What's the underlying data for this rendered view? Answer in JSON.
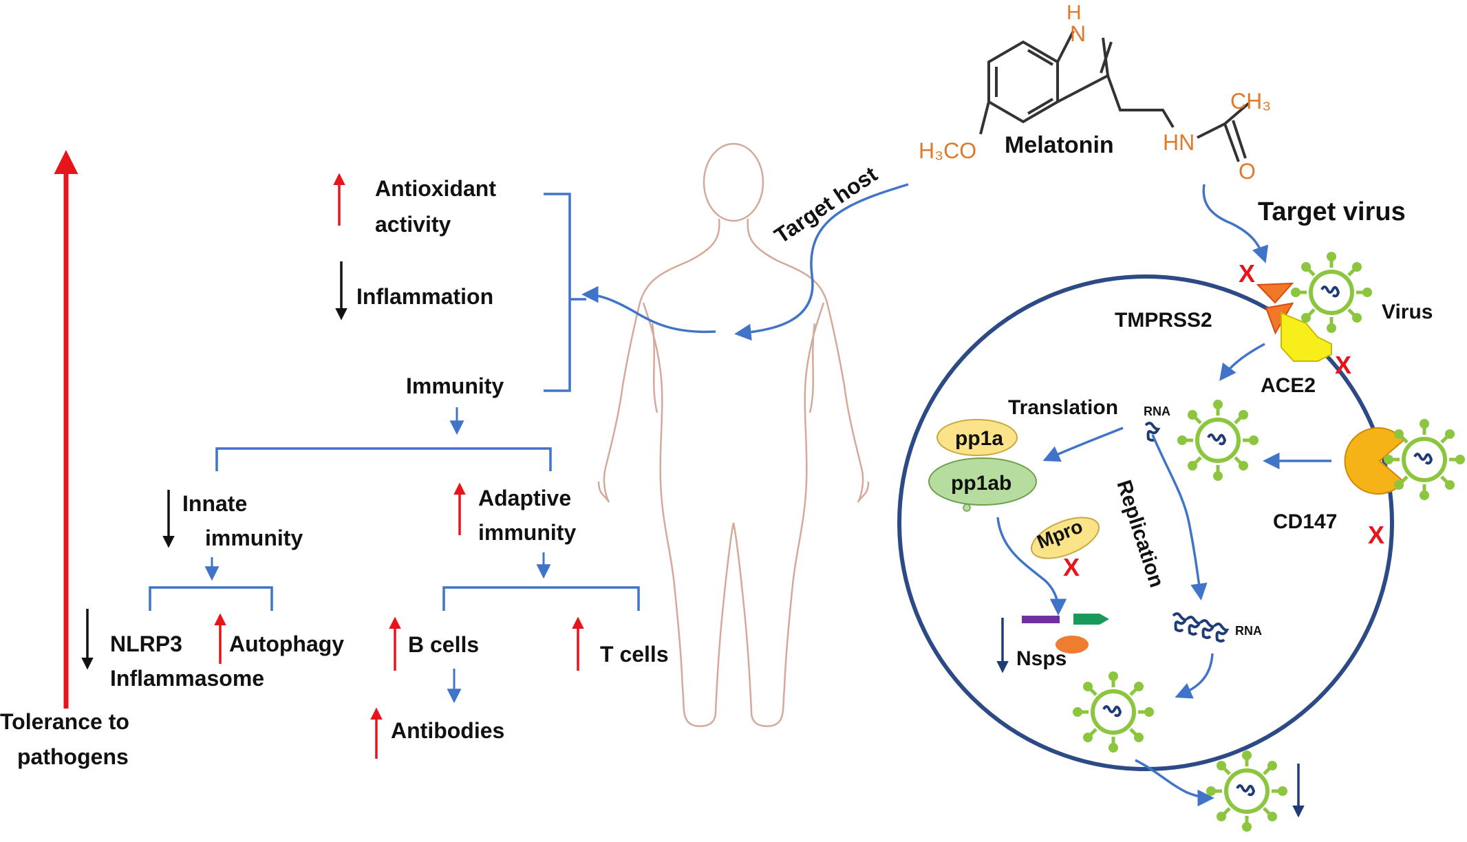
{
  "colors": {
    "blue": "#3f74c9",
    "red": "#e8141c",
    "black": "#111111",
    "navy": "#1f3c78",
    "virus_green": "#8cc63f",
    "chem_orange": "#e07a2a",
    "body_outline": "#d4a99a",
    "tmprss2": "#f07828",
    "ace2": "#f7ee1c",
    "cd147": "#f6b317",
    "cloud_yellow": "#fbe38a",
    "cloud_green": "#b7dca0"
  },
  "molecule": {
    "name": "Melatonin",
    "nh": "H",
    "n": "N",
    "methoxy": "H₃CO",
    "amide_nh": "HN",
    "carbonyl_o": "O",
    "methyl": "CH₃"
  },
  "host": {
    "target_label": "Target host",
    "antioxidant": [
      "Antioxidant",
      "activity"
    ],
    "inflammation": "Inflammation",
    "immunity": "Immunity",
    "innate": [
      "Innate",
      "immunity"
    ],
    "adaptive": [
      "Adaptive",
      "immunity"
    ],
    "nlrp3": [
      "NLRP3",
      "Inflammasome"
    ],
    "autophagy": "Autophagy",
    "b_cells": "B cells",
    "t_cells": "T cells",
    "antibodies": "Antibodies",
    "tolerance": [
      "Tolerance to",
      "pathogens"
    ]
  },
  "virus_side": {
    "target_label": "Target virus",
    "tmprss2": "TMPRSS2",
    "virus": "Virus",
    "ace2": "ACE2",
    "cd147": "CD147",
    "translation": "Translation",
    "rna": "RNA",
    "replication": "Replication",
    "pp1a": "pp1a",
    "pp1ab": "pp1ab",
    "mpro": "Mpro",
    "nsps": "Nsps",
    "block_mark": "X"
  }
}
